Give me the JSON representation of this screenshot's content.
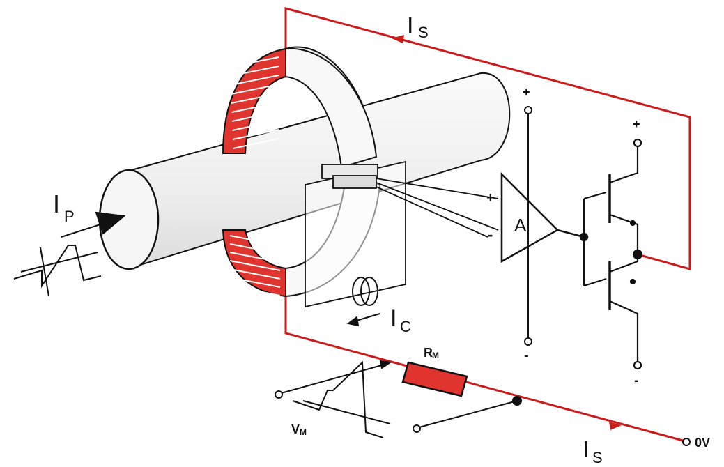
{
  "labels": {
    "is_top": "I",
    "is_top_sub": "S",
    "is_bottom": "I",
    "is_bottom_sub": "S",
    "ip": "I",
    "ip_sub": "P",
    "ic": "I",
    "ic_sub": "C",
    "amp": "A",
    "rm": "R",
    "rm_sub": "M",
    "vm": "V",
    "vm_sub": "M",
    "zero_v": "0V",
    "amp_plus": "+",
    "amp_minus": "-",
    "supply1_plus": "+",
    "supply1_minus": "-",
    "supply2_plus": "+",
    "supply2_minus": "-"
  },
  "colors": {
    "loop": "#cc1a1a",
    "winding": "#e0342f",
    "resistor": "#e0342f",
    "line": "#111111",
    "body": "#f4f4f4"
  }
}
